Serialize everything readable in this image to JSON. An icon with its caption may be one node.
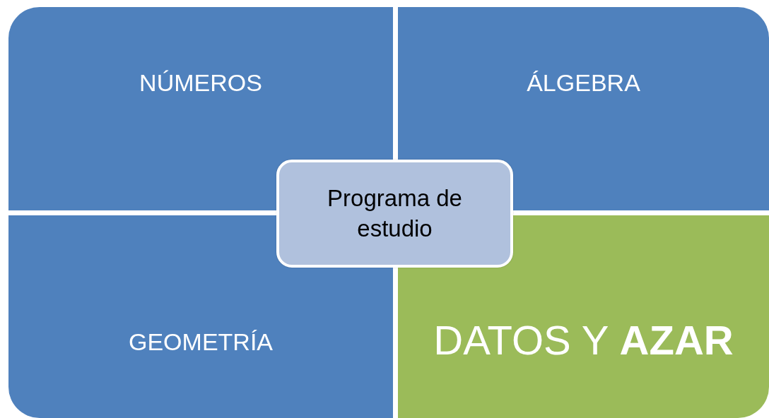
{
  "diagram": {
    "nodes": [
      {
        "text": [
          "NÚMEROS"
        ]
      },
      {
        "text": [
          "ÁLGEBRA"
        ]
      },
      {
        "text": [
          "GEOMETRÍA"
        ]
      },
      {
        "text": [
          "DATOS Y **AZAR**"
        ]
      },
      {
        "text": [
          "Programa de estudio"
        ]
      }
    ]
  }
}
